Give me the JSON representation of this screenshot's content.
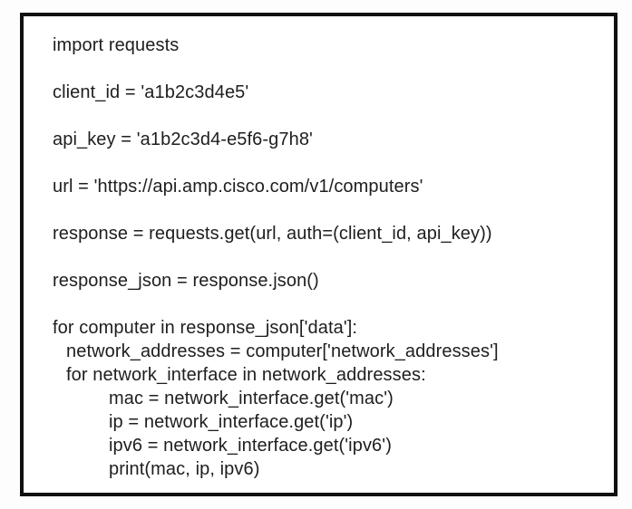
{
  "colors": {
    "page_background": "#fdfdfd",
    "box_background": "#ffffff",
    "box_border": "#101010",
    "code_text": "#1e1e1e"
  },
  "code": {
    "language": "python",
    "lines": [
      {
        "text": "import requests",
        "indent": 0,
        "blank_after": true
      },
      {
        "text": "client_id = 'a1b2c3d4e5'",
        "indent": 0,
        "blank_after": true
      },
      {
        "text": "api_key = 'a1b2c3d4-e5f6-g7h8'",
        "indent": 0,
        "blank_after": true
      },
      {
        "text": "url = 'https://api.amp.cisco.com/v1/computers'",
        "indent": 0,
        "blank_after": true
      },
      {
        "text": "response = requests.get(url, auth=(client_id, api_key))",
        "indent": 0,
        "blank_after": true
      },
      {
        "text": "response_json = response.json()",
        "indent": 0,
        "blank_after": true
      },
      {
        "text": "for computer in response_json['data']:",
        "indent": 0,
        "blank_after": false
      },
      {
        "text": "network_addresses = computer['network_addresses']",
        "indent": 1,
        "blank_after": false
      },
      {
        "text": "for network_interface in network_addresses:",
        "indent": 1,
        "blank_after": false
      },
      {
        "text": "mac = network_interface.get('mac')",
        "indent": 2,
        "blank_after": false
      },
      {
        "text": "ip = network_interface.get('ip')",
        "indent": 2,
        "blank_after": false
      },
      {
        "text": "ipv6 = network_interface.get('ipv6')",
        "indent": 2,
        "blank_after": false
      },
      {
        "text": "print(mac, ip, ipv6)",
        "indent": 2,
        "blank_after": false
      }
    ]
  }
}
